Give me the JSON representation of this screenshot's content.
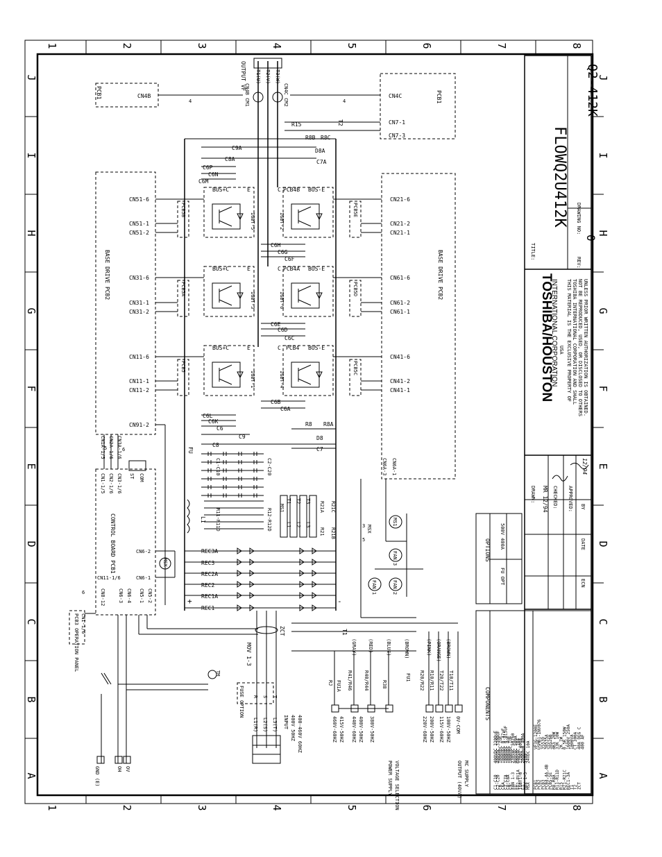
{
  "grid": {
    "cols": [
      "1",
      "2",
      "3",
      "4",
      "5",
      "6",
      "7",
      "8"
    ],
    "rows": [
      "J",
      "I",
      "H",
      "G",
      "F",
      "E",
      "D",
      "C",
      "B",
      "A"
    ]
  },
  "title_block": {
    "company_1": "TOSHIBA/HOUSTON",
    "company_2": "INTERNATIONAL CORPORATION",
    "country": "USA",
    "notice": [
      "THIS MATERIAL IS THE EXCLUSIVE PROPERTY OF",
      "TOSHIBA INTERNATIONAL CORPORATION AND SHALL",
      "NOT BE REPRODUCED, USED, OR DISCLOSED TO OTHERS",
      "UNLESS PRIOR WRITTEN AUTHORIZATION IS OBTAINED."
    ],
    "title_label": "TITLE:",
    "title_value": "FLOWQ2U412K",
    "rev_label": "REV:",
    "rev_value": "0",
    "drawing_no_label": "DRAWING NO:",
    "drawing_no_value": "Q2-412K",
    "drawn_label": "DRAWN:",
    "drawn_value": "MR 12/94",
    "checked_label": "CHECKED:",
    "approved_label": "APPROVED:",
    "approved_value": "12/94",
    "ecn_label": "ECN",
    "date_label": "DATE",
    "by_label": "BY"
  },
  "options": {
    "header": "OPTIONS",
    "item": "FU OPT",
    "value": "500V 400A"
  },
  "components": {
    "header": "COMPONENTS",
    "left": [
      [
        "C1-C10",
        "400VDC 3300uF"
      ],
      [
        "C2-C20",
        "400VDC 3300uF"
      ],
      [
        "C6",
        "1000VDC 2uF"
      ],
      [
        "C6A",
        "1000VDC 0.47uF"
      ],
      [
        "C7,C7A",
        "1000VDC 0.015uF"
      ],
      [
        "C8,C8A",
        "1000VDC 4uF"
      ],
      [
        "C9",
        "1000VDC 1uF"
      ],
      [
        "FAN 1-3",
        "230VAC 50/60"
      ],
      [
        "FU",
        "480VAC 500A"
      ],
      [
        "FU1,FU1A",
        "600VAC 10A"
      ],
      [
        "IGBT1-6",
        "1200V 400A"
      ],
      [
        "L1",
        "20000uH 400A"
      ],
      [
        "MOV 1-3",
        "510V"
      ],
      [
        "MSX",
        "24VDC 10A"
      ]
    ],
    "right": [
      [
        "PCB1",
        "VF3G-1200E"
      ],
      [
        "PCB2",
        "USMB1-INV076"
      ],
      [
        "PCB3",
        "3553D"
      ],
      [
        "PCB4,4A,4B",
        "38535A"
      ],
      [
        "PCB5-5E",
        "38526B"
      ],
      [
        "R8,R8A",
        "4K5 20W"
      ],
      [
        "R11-R11D",
        "33K 10W"
      ],
      [
        "R15",
        "2K 1W"
      ],
      [
        "R21-R21C",
        "0.5K 150W"
      ],
      [
        "REC1-3A",
        "1600V 250A"
      ],
      [
        "T1",
        "1000VA"
      ],
      [
        "T2",
        "CT 300A"
      ],
      [
        "ZCT",
        "40A DEG C"
      ],
      [
        "",
        "400 AF"
      ]
    ]
  },
  "labels": {
    "output_vf": "OUTPUT VF",
    "t1u": "T1(U)",
    "t2v": "T2(V)",
    "t3w": "T3(W)",
    "pcb1_top": "PCB1",
    "cn4b": "CN4B",
    "cn4b_cm": "CN4B CM1",
    "cn4c_cm": "CN4C CM2",
    "cn4c": "CN4C",
    "pcb1_right": "PCB1",
    "cn7_1": "CN7-1",
    "cn7_3": "CN7-3",
    "r15": "R15",
    "t2": "T2",
    "r8b": "R8B",
    "r8c": "R8C",
    "d8a": "D8A",
    "c7a": "C7A",
    "c9a": "C9A",
    "c8a": "C8A",
    "c6p": "C6P",
    "c6n": "C6N",
    "c6m": "C6M",
    "bus_c": "BUS+C",
    "bus_e": "BUS-E",
    "e": "E",
    "c": "C",
    "pcb4b": "PCB4B",
    "pcb4a": "PCB4A",
    "pcb4": "PCB4",
    "pcb5b": "PCB5B",
    "pcb5e": "PCB5E",
    "pcb5a": "PCB5A",
    "pcb5d": "PCB5D",
    "pcb5": "PCB5",
    "pcb5c": "PCB5C",
    "igbt5": "IGBT-5",
    "igbt2": "IGBT-2",
    "igbt3": "IGBT-3",
    "igbt6": "IGBT-6",
    "igbt1": "IGBT-1",
    "igbt4": "IGBT-4",
    "c6h": "C6H",
    "c6g": "C6G",
    "c6f": "C6F",
    "c6e": "C6E",
    "c6d": "C6D",
    "c6c": "C6C",
    "c6b": "C6B",
    "c6a": "C6A",
    "c6l": "C6L",
    "c6k": "C6K",
    "c6": "C6",
    "c8": "C8",
    "c9": "C9",
    "r8": "R8",
    "r8a": "R8A",
    "d8": "D8",
    "c7": "C7",
    "base_drive_left": "BASE DRIVE PCB2",
    "base_drive_right": "BASE DRIVE PCB2",
    "cn51_6": "CN51-6",
    "cn51_1": "CN51-1",
    "cn51_2": "CN51-2",
    "cn31_6": "CN31-6",
    "cn31_1": "CN31-1",
    "cn31_2": "CN31-2",
    "cn11_6": "CN11-6",
    "cn11_1": "CN11-1",
    "cn11_2": "CN11-2",
    "cn91_2": "CN91-2",
    "cn21_6": "CN21-6",
    "cn21_2": "CN21-2",
    "cn21_1": "CN21-1",
    "cn61_6": "CN61-6",
    "cn61_2": "CN61-2",
    "cn61_1": "CN61-1",
    "cn41_6": "CN41-6",
    "cn41_2": "CN41-2",
    "cn41_1": "CN41-1",
    "cn6a_3": "CN6A-3",
    "cn6a_1": "CN6A-1",
    "cn1a": "CN1A-1/5",
    "cn2a": "CN2A-1/6",
    "cn3a": "CN3A-1/6",
    "cn1": "CN1-1/5",
    "cn2": "CN2-1/6",
    "cn3": "CN3-1/6",
    "st": "ST",
    "com": "COM",
    "control_board": "CONTROL BOARD PCB1",
    "cn6_2": "CN6-2",
    "cn6_1": "CN6-1",
    "cn11_16": "CN11-1/6",
    "cn8_12": "CN8-12",
    "cn6_3": "CN6-3",
    "cn6_4": "CN6-4",
    "cn5_1": "CN5-1",
    "cn5_2": "CN5-2",
    "msx": "MSX",
    "pcb3": "PCB3 OPERATION PANEL",
    "pcb3_cn": "CN1-1/6",
    "fu": "FU",
    "c1c10": "C1-C10",
    "c2c20": "C2-C20",
    "l1": "L1",
    "r11": "R11-R11D",
    "r12": "R12-R12D",
    "ms1": "MS1",
    "t1": "T1",
    "t2c": "T2",
    "t3": "T3",
    "l1b": "L1",
    "l2b": "L2",
    "l3b": "L3",
    "r21": "R21",
    "r21a": "R21A",
    "r21b": "R21B",
    "r21c": "R21C",
    "rec3a": "REC3A",
    "rec3": "REC3",
    "rec2a": "REC2A",
    "rec2": "REC2",
    "rec1a": "REC1A",
    "rec1": "REC1",
    "plus": "+",
    "minus": "-",
    "fan1": "FAN 1",
    "fan2": "FAN 2",
    "fan3": "FAN 3",
    "ms1c": "MS1",
    "zct": "ZCT",
    "mov": "MOV 1-3",
    "tm": "TM",
    "fuse_opt": "FUSE OPTION",
    "r": "R",
    "s": "S",
    "tt": "T",
    "l1r": "L1(R)",
    "l2s": "L2(S)",
    "l3t": "L3(T)",
    "input_1": "INPUT",
    "input_2": "400V 50HZ",
    "input_3": "400-460V 60HZ",
    "gnd": "GND (E)",
    "oh": "OH",
    "ov": "OV",
    "t1b": "T1",
    "rj": "RJ",
    "fu1a": "FU1A",
    "fu1": "FU1",
    "r41r46": "R41/R46",
    "r40r44": "R40/R44",
    "r38": "R38",
    "r20r22": "R20/R22",
    "r10r11": "R10/R11",
    "t20t22": "T20/T22",
    "t10t11": "T10/T11",
    "gray": "(GRAY)",
    "red": "(RED)",
    "blue": "(BLUE)",
    "brown": "(BROWN)",
    "pink": "(PINK)",
    "orange": "(ORANGE)",
    "brown2": "(BROWN)",
    "v460": "460V-60HZ",
    "v415": "415V-50HZ",
    "v440": "440V-60HZ",
    "v400": "400V-50HZ",
    "v380": "380V-50HZ",
    "v220": "220V-60HZ",
    "v200": "200V-50HZ",
    "v115": "115V-60HZ",
    "v100": "100V-50HZ",
    "v0": "0V-COM",
    "ps_1": "POWER SUPPLY",
    "ps_2": "VOLTAGE SELECTION",
    "out_1": "OUTPUT (40VA)",
    "out_2": "MC SUPPLY",
    "w4a": "4",
    "w4b": "4",
    "w6": "6",
    "w6b": "6",
    "w5": "5",
    "w3": "3",
    "w5b": "5"
  }
}
